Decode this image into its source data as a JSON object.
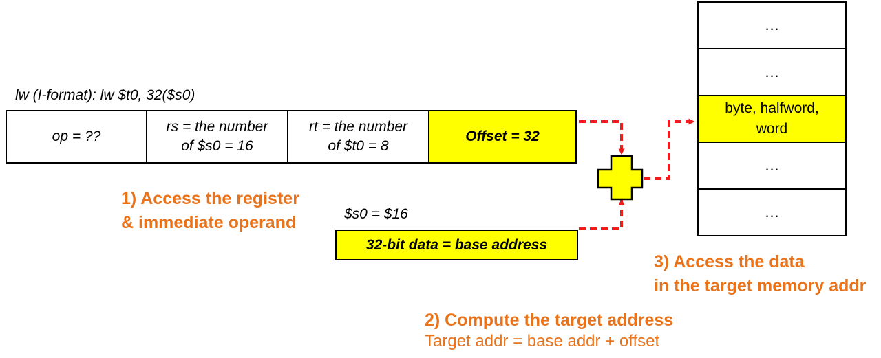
{
  "colors": {
    "highlight": "#ffff00",
    "accent": "#e8731b",
    "arrow": "#ee1c1c",
    "plus_fill": "#ffff00"
  },
  "instruction": {
    "caption": "lw (I-format): lw $t0, 32($s0)",
    "fields": [
      {
        "id": "op",
        "lines": [
          "op = ??"
        ],
        "highlighted": false
      },
      {
        "id": "rs",
        "lines": [
          "rs = the number",
          "of $s0 = 16"
        ],
        "highlighted": false
      },
      {
        "id": "rt",
        "lines": [
          "rt = the number",
          "of $t0 = 8"
        ],
        "highlighted": false
      },
      {
        "id": "offset",
        "lines": [
          "Offset = 32"
        ],
        "highlighted": true
      }
    ]
  },
  "register": {
    "label": "$s0 = $16",
    "content": "32-bit data = base address"
  },
  "memory": {
    "cells": [
      {
        "lines": [
          "…"
        ],
        "highlighted": false
      },
      {
        "lines": [
          "…"
        ],
        "highlighted": false
      },
      {
        "lines": [
          "byte, halfword,",
          "word"
        ],
        "highlighted": true
      },
      {
        "lines": [
          "…"
        ],
        "highlighted": false
      },
      {
        "lines": [
          "…"
        ],
        "highlighted": false
      }
    ]
  },
  "steps": {
    "step1_line1": "1) Access the register",
    "step1_line2": "& immediate operand",
    "step2_title": "2) Compute the target address",
    "step2_formula": "Target addr = base addr + offset",
    "step3_line1": "3) Access the data",
    "step3_line2": "in the target memory addr"
  },
  "adder": {
    "icon": "plus-icon"
  }
}
